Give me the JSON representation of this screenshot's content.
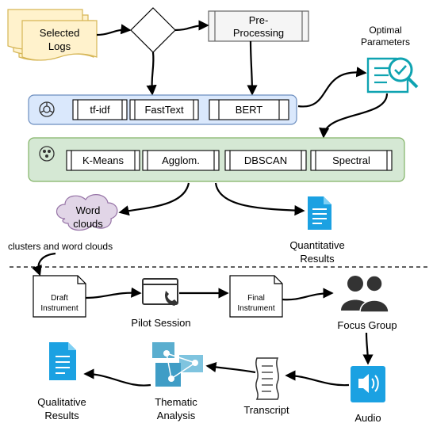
{
  "top": {
    "selected_logs": [
      "Selected",
      "Logs"
    ],
    "preprocessing": [
      "Pre-",
      "Processing"
    ],
    "optimal_parameters": [
      "Optimal",
      "Parameters"
    ]
  },
  "embedding_methods": [
    "tf-idf",
    "FastText",
    "BERT"
  ],
  "clustering_methods": [
    "K-Means",
    "Agglom.",
    "DBSCAN",
    "Spectral"
  ],
  "word_cloud": [
    "Word",
    "clouds"
  ],
  "clusters_caption": "clusters and word clouds",
  "quantitative_results": [
    "Quantitative",
    "Results"
  ],
  "workflow": {
    "draft_instrument": [
      "Draft",
      "Instrument"
    ],
    "pilot_session": "Pilot Session",
    "final_instrument": [
      "Final",
      "Instrument"
    ],
    "focus_group": "Focus Group",
    "audio": "Audio",
    "transcript": "Transcript",
    "thematic_analysis": [
      "Thematic",
      "Analysis"
    ],
    "qualitative_results": [
      "Qualitative",
      "Results"
    ]
  },
  "colors": {
    "logs_fill": "#fff2cc",
    "logs_stroke": "#d6b656",
    "embed_fill": "#dae8fc",
    "embed_stroke": "#6c8ebf",
    "cluster_fill": "#d5e8d4",
    "cluster_stroke": "#82b366",
    "cloud_fill": "#e1d5e7",
    "cloud_stroke": "#9673a6",
    "doc_blue": "#1ba1e2",
    "focus_group": "#333333",
    "thematic_teal": "#5aaecf"
  }
}
